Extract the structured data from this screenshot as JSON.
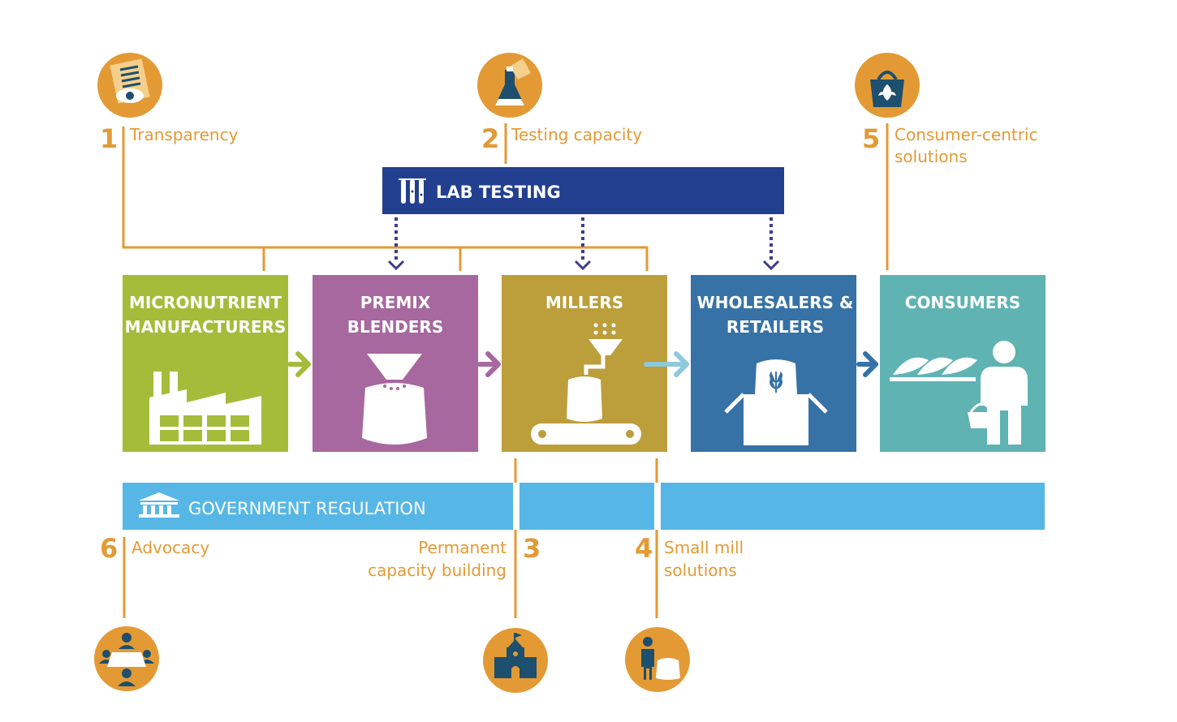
{
  "lab_testing": {
    "label": "LAB TESTING"
  },
  "government": {
    "label": "GOVERNMENT REGULATION"
  },
  "stages": [
    {
      "line1": "MICRONUTRIENT",
      "line2": "MANUFACTURERS"
    },
    {
      "line1": "PREMIX",
      "line2": "BLENDERS"
    },
    {
      "line1": "MILLERS",
      "line2": ""
    },
    {
      "line1": "WHOLESALERS &",
      "line2": "RETAILERS"
    },
    {
      "line1": "CONSUMERS",
      "line2": ""
    }
  ],
  "interventions": [
    {
      "number": "1",
      "line1": "Transparency",
      "line2": ""
    },
    {
      "number": "2",
      "line1": "Testing capacity",
      "line2": ""
    },
    {
      "number": "3",
      "line1": "Permanent",
      "line2": "capacity building"
    },
    {
      "number": "4",
      "line1": "Small mill",
      "line2": "solutions"
    },
    {
      "number": "5",
      "line1": "Consumer-centric",
      "line2": "solutions"
    },
    {
      "number": "6",
      "line1": "Advocacy",
      "line2": ""
    }
  ],
  "colors": {
    "orange": "#e39a35",
    "lab_testing": "#233f8f",
    "government": "#56b7e6",
    "micronutrient": "#a5bc3a",
    "premix": "#a6689f",
    "millers": "#bc9e3a",
    "wholesalers": "#3672a6",
    "consumers": "#5fb3b3",
    "dotted_arrow": "#3b3e8f"
  },
  "icons": [
    "document-eye-icon",
    "lab-flask-icon",
    "shopping-basket-icon",
    "meeting-table-icon",
    "school-building-icon",
    "person-sack-icon",
    "test-tubes-icon",
    "government-building-icon",
    "factory-icon",
    "premix-sack-icon",
    "mill-conveyor-icon",
    "retail-box-icon",
    "bread-shopper-icon"
  ]
}
